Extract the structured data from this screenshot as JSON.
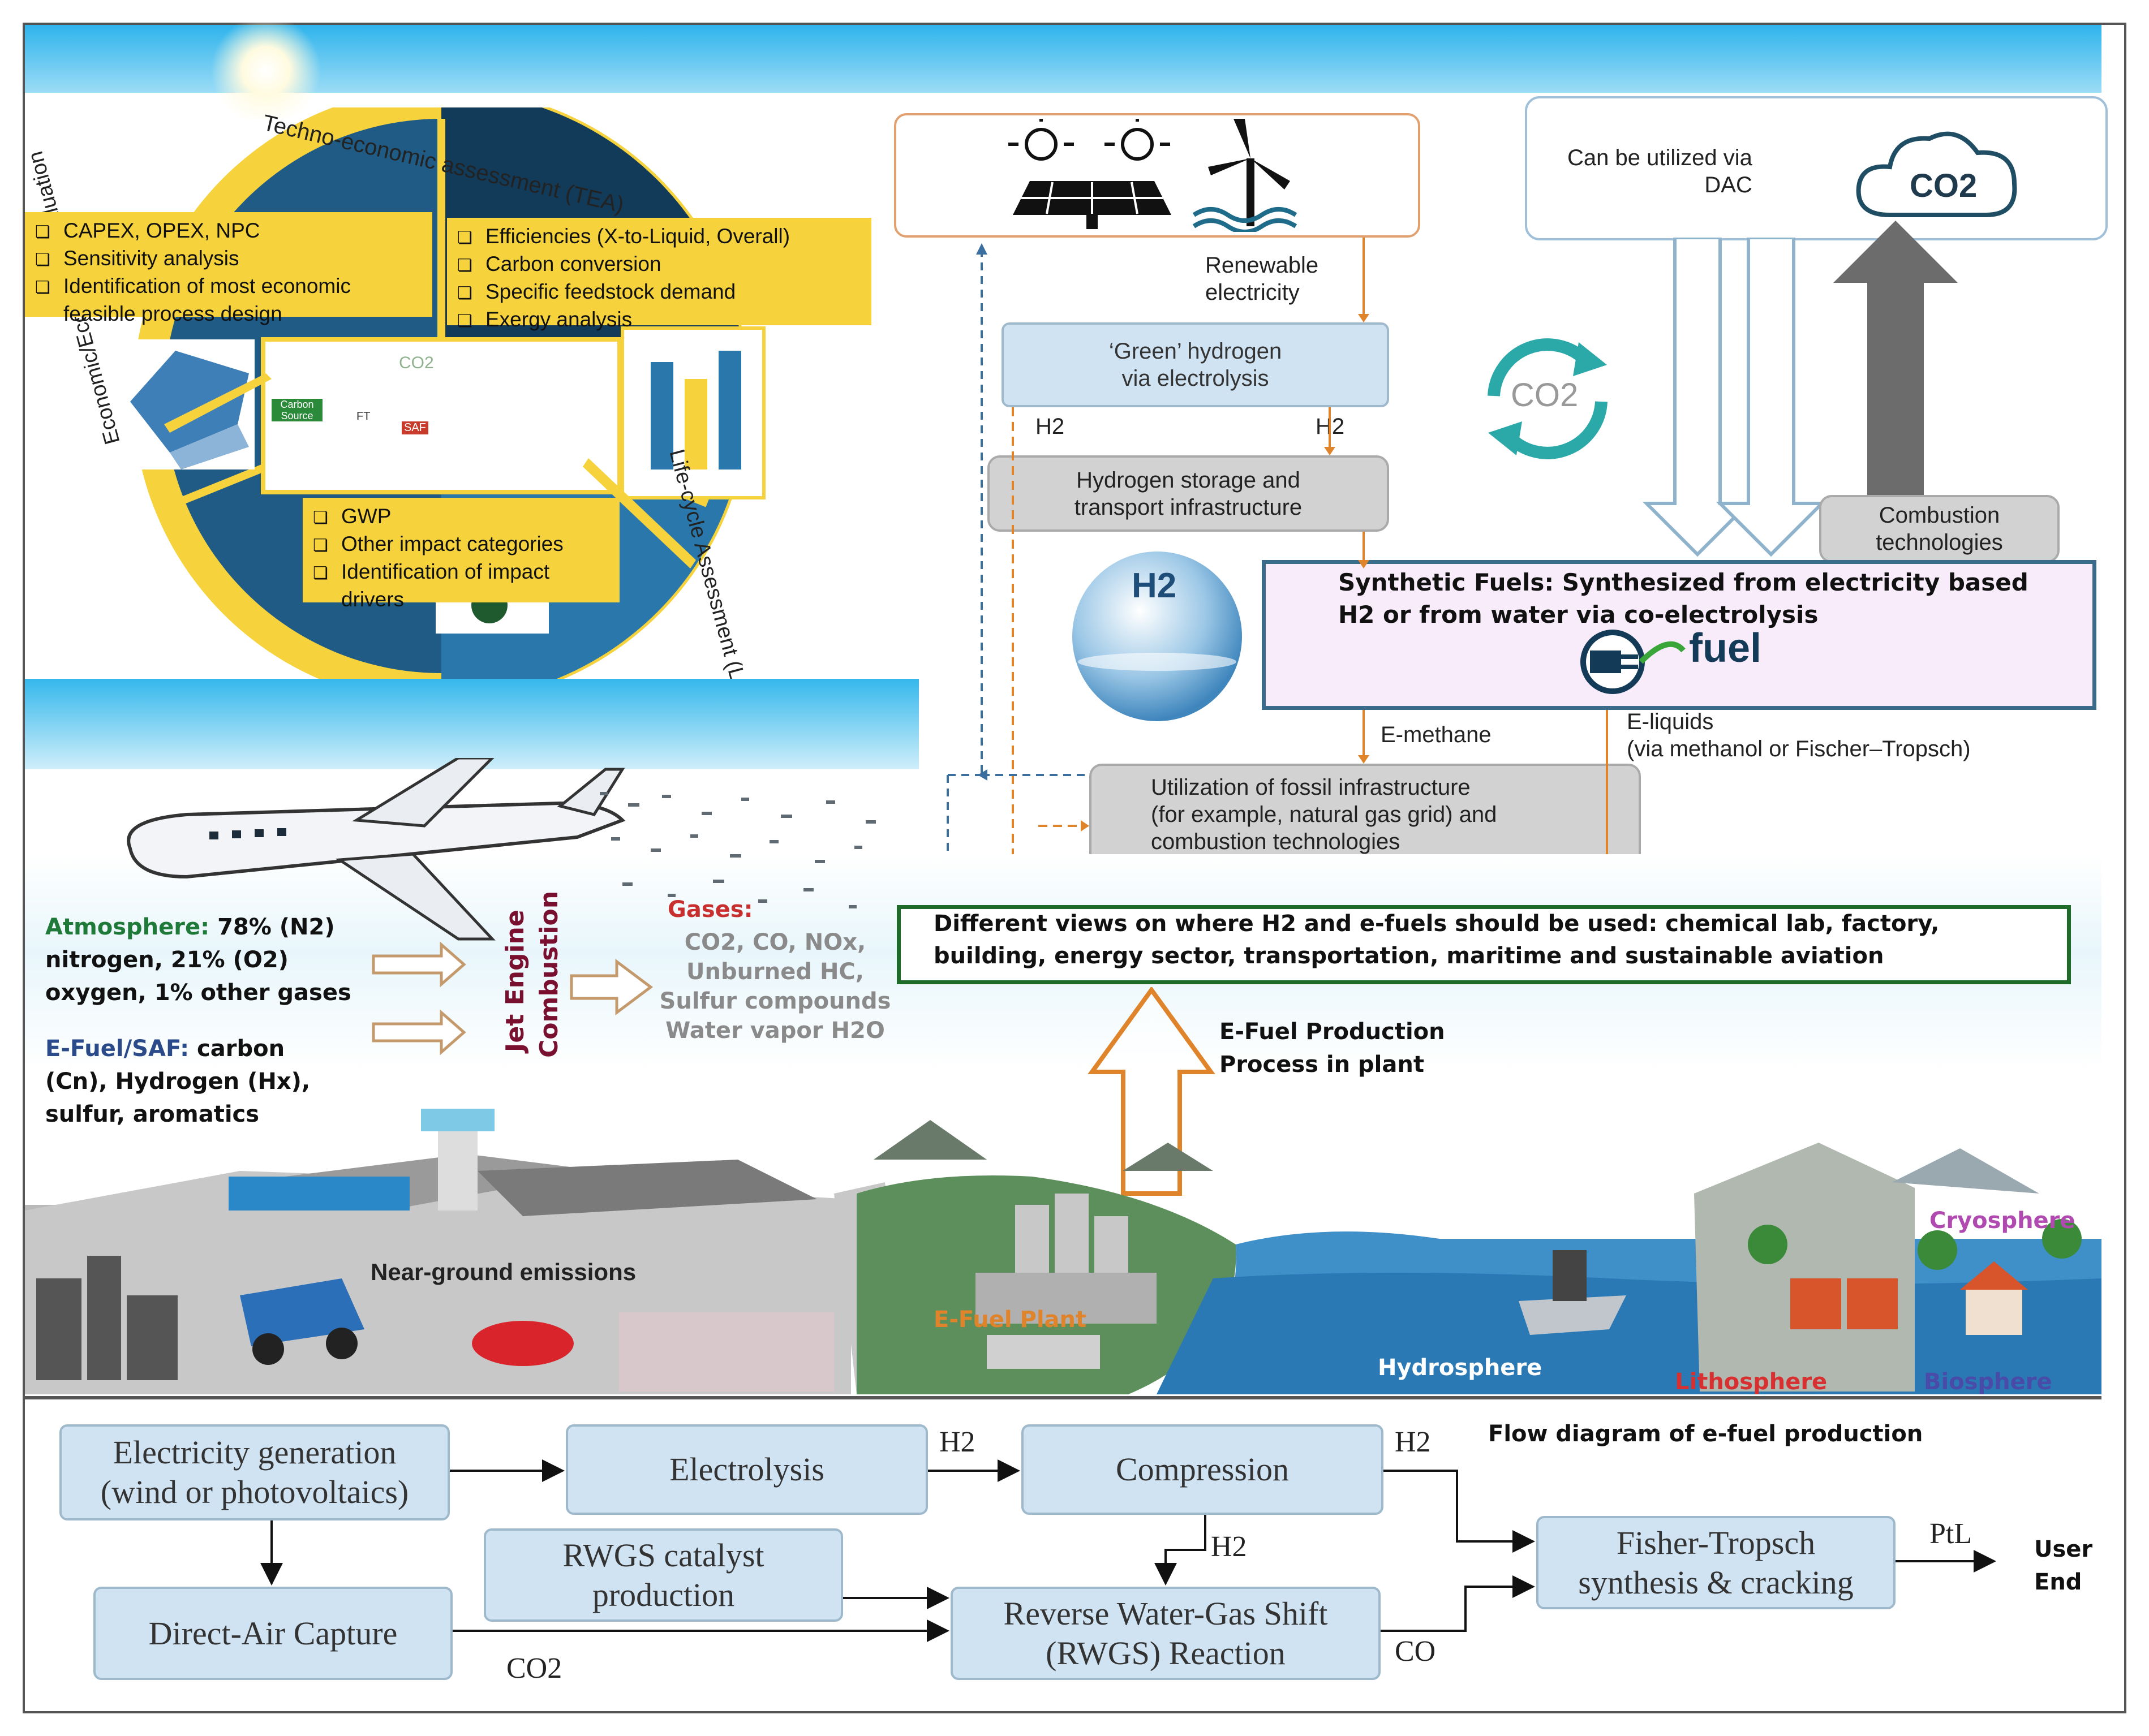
{
  "tea_panel": {
    "arc_title_tea": "Techno-economic assessment (TEA)",
    "arc_title_lca": "Life-cycle Assessment (LCA)",
    "arc_title_eco": "Economic/Ecological evaluation",
    "tea_economic_items": [
      "CAPEX, OPEX, NPC",
      "Sensitivity analysis",
      "Identification of most economic",
      "feasible process design"
    ],
    "tea_technical_items": [
      "Efficiencies (X-to-Liquid, Overall)",
      "Carbon conversion",
      "Specific feedstock demand",
      "Exergy analysis"
    ],
    "lca_items": [
      "GWP",
      "Other impact categories",
      "Identification of impact",
      "drivers"
    ],
    "mini_co2": "CO2",
    "mini_carbon_source": "Carbon Source",
    "mini_ft": "FT",
    "mini_saf": "SAF"
  },
  "efuel_chain": {
    "renewable_electricity": "Renewable\nelectricity",
    "green_hydrogen": "‘Green’ hydrogen\nvia electrolysis",
    "h2_left": "H2",
    "h2_right": "H2",
    "hydrogen_storage": "Hydrogen storage and\ntransport infrastructure",
    "dac_text": "Can be utilized via\nDAC",
    "co2_cloud": "CO2",
    "co2_cycle": "CO2",
    "combustion_tech": "Combustion\ntechnologies",
    "synthetic_fuels_line1": "Synthetic Fuels: Synthesized from electricity based",
    "synthetic_fuels_line2": "H2 or from water via co-electrolysis",
    "fuel_logo": "fuel",
    "h2_sphere": "H2",
    "e_methane": "E-methane",
    "e_liquids": "E-liquids\n(via methanol or Fischer–Tropsch)",
    "fossil_infra": "Utilization of fossil infrastructure\n(for example, natural gas grid) and\ncombustion technologies",
    "views_line1": "Different views on where H2 and e-fuels should be used: chemical lab, factory,",
    "views_line2": "building, energy sector, transportation, maritime and sustainable aviation"
  },
  "atmosphere": {
    "atm_label": "Atmosphere:",
    "atm_text1": " 78% (N2)",
    "atm_text2": "nitrogen, 21% (O2)",
    "atm_text3": "oxygen, 1% other gases",
    "efuel_label": "E-Fuel/SAF:",
    "efuel_text1": " carbon",
    "efuel_text2": "(Cn), Hydrogen (Hx),",
    "efuel_text3": "sulfur, aromatics",
    "jet_engine": "Jet Engine",
    "combustion": "Combustion",
    "gases_label": "Gases:",
    "gases_list": [
      "CO2, CO, NOx,",
      "Unburned HC,",
      "Sulfur compounds",
      "Water vapor H2O"
    ],
    "production_process": "E-Fuel Production\nProcess in plant"
  },
  "scene": {
    "near_ground": "Near-ground emissions",
    "efuel_plant": "E-Fuel Plant",
    "hydrosphere": "Hydrosphere",
    "lithosphere": "Lithosphere",
    "biosphere": "Biosphere",
    "cryosphere": "Cryosphere"
  },
  "flow": {
    "title": "Flow diagram of e-fuel production",
    "electricity": "Electricity generation\n(wind or photovoltaics)",
    "electrolysis": "Electrolysis",
    "compression": "Compression",
    "rwgs_catalyst": "RWGS catalyst\nproduction",
    "dac": "Direct-Air Capture",
    "rwgs_reaction": "Reverse Water-Gas Shift\n(RWGS) Reaction",
    "fischer": "Fisher-Tropsch\nsynthesis & cracking",
    "h2_a": "H2",
    "h2_b": "H2",
    "h2_c": "H2",
    "co2": "CO2",
    "co": "CO",
    "ptl": "PtL",
    "user_end": "User\nEnd"
  },
  "colors": {
    "yellow": "#f6d23c",
    "navy": "#133a57",
    "teal": "#2ba8a8",
    "orange_arrow": "#e0842c",
    "sky": "#35b8ec"
  }
}
